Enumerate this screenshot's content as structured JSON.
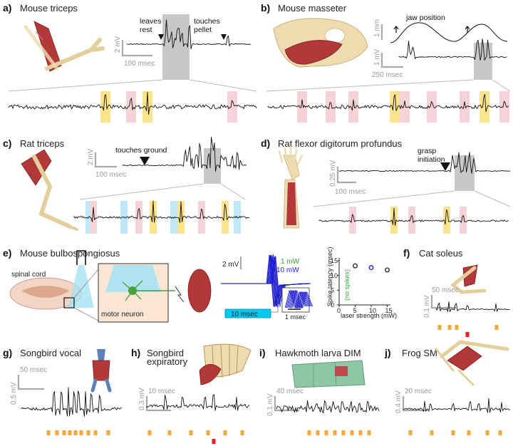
{
  "panels": {
    "a": {
      "label": "a)",
      "title": "Mouse triceps",
      "event1": "leaves\nrest",
      "event2": "touches\npellet",
      "scale_v": "2 mV",
      "scale_t": "100 msec"
    },
    "b": {
      "label": "b)",
      "title": "Mouse masseter",
      "jaw": "jaw position",
      "scale_pos": "1 mm",
      "scale_v": "1 mV",
      "scale_t": "250 msec"
    },
    "c": {
      "label": "c)",
      "title": "Rat triceps",
      "event": "touches ground",
      "scale_v": "2 mV",
      "scale_t": "100 msec"
    },
    "d": {
      "label": "d)",
      "title": "Rat flexor digitorum profundus",
      "event": "grasp\ninitiation",
      "scale_v": "0.25 mV",
      "scale_t": "100 msec"
    },
    "e": {
      "label": "e)",
      "title": "Mouse bulbospongiosus",
      "spinal": "spinal cord",
      "motor": "motor neuron",
      "scale_v": "2 mV",
      "leg1": "1 mW",
      "leg2": "10 mW",
      "pulse": "10 msec",
      "inset_t": "1 msec"
    },
    "f": {
      "label": "f)",
      "title": "Cat soleus",
      "scale_t": "50 msec",
      "scale_v": "0.1 mV"
    },
    "g": {
      "label": "g)",
      "title": "Songbird vocal",
      "scale_t": "50 msec",
      "scale_v": "0.5 mV"
    },
    "h": {
      "label": "h)",
      "title": "Songbird\nexpiratory",
      "scale_t": "10 msec",
      "scale_v": "0.3 mV"
    },
    "i": {
      "label": "i)",
      "title": "Hawkmoth larva DIM",
      "scale_t": "40 msec",
      "scale_v": "0.1 mV"
    },
    "j": {
      "label": "j)",
      "title": "Frog SM",
      "scale_t": "20 msec",
      "scale_v": "0.4 mV"
    }
  },
  "colors": {
    "highlight_yellow": "#fbe48b",
    "highlight_pink": "#f6d3da",
    "highlight_cyan": "#bfe9f6",
    "spike_orange": "#f2a93b",
    "spike_red": "#e8202a",
    "laser_blue": "#1f1fd0",
    "laser_green": "#3aa23a",
    "laser_cyan": "#00c8f0",
    "muscle": "#b3383a",
    "bone": "#eedcb0"
  },
  "chart_data": {
    "type": "scatter",
    "xlabel": "laser strength (mW)",
    "ylabel": "Spike latency (msec)",
    "xlim": [
      0,
      16
    ],
    "ylim": [
      0,
      16
    ],
    "xticks": [
      "0",
      "5",
      "10",
      "15"
    ],
    "yticks": [
      "0",
      "5",
      "10",
      "15"
    ],
    "annotation": "(no spikes)",
    "x": [
      5,
      10,
      15
    ],
    "y": [
      13.3,
      12.7,
      11.9
    ],
    "err": [
      0.6,
      0.45,
      0.5
    ],
    "colors": [
      "#222222",
      "#1f1fd0",
      "#222222"
    ]
  }
}
